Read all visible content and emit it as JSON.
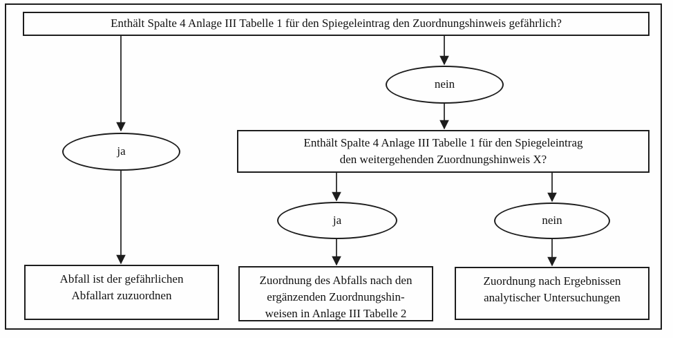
{
  "diagram_type": "flowchart",
  "language": "de",
  "colors": {
    "line": "#1d1d1d",
    "background": "#fefefe",
    "text": "#101010"
  },
  "nodes": {
    "q1": {
      "shape": "rectangle",
      "label": "Enthält Spalte 4 Anlage III Tabelle 1 für den Spiegeleintrag den Zuordnungshinweis gefährlich?"
    },
    "ja1": {
      "shape": "ellipse",
      "label": "ja"
    },
    "nein1": {
      "shape": "ellipse",
      "label": "nein"
    },
    "q2": {
      "shape": "rectangle",
      "label": "Enthält Spalte 4 Anlage III Tabelle 1 für den Spiegeleintrag\nden weitergehenden Zuordnungshinweis X?"
    },
    "ja2": {
      "shape": "ellipse",
      "label": "ja"
    },
    "nein2": {
      "shape": "ellipse",
      "label": "nein"
    },
    "result_left": {
      "shape": "rectangle",
      "label": "Abfall ist der gefährlichen\nAbfallart zuzuordnen"
    },
    "result_middle": {
      "shape": "rectangle",
      "label": "Zuordnung des Abfalls nach den\nergänzenden Zuordnungshin-\nweisen in Anlage III Tabelle 2"
    },
    "result_right": {
      "shape": "rectangle",
      "label": "Zuordnung nach Ergebnissen\nanalytischer Untersuchungen"
    }
  },
  "edges": [
    {
      "from": "q1",
      "to": "ja1"
    },
    {
      "from": "q1",
      "to": "nein1"
    },
    {
      "from": "ja1",
      "to": "result_left"
    },
    {
      "from": "nein1",
      "to": "q2"
    },
    {
      "from": "q2",
      "to": "ja2"
    },
    {
      "from": "q2",
      "to": "nein2"
    },
    {
      "from": "ja2",
      "to": "result_middle"
    },
    {
      "from": "nein2",
      "to": "result_right"
    }
  ]
}
